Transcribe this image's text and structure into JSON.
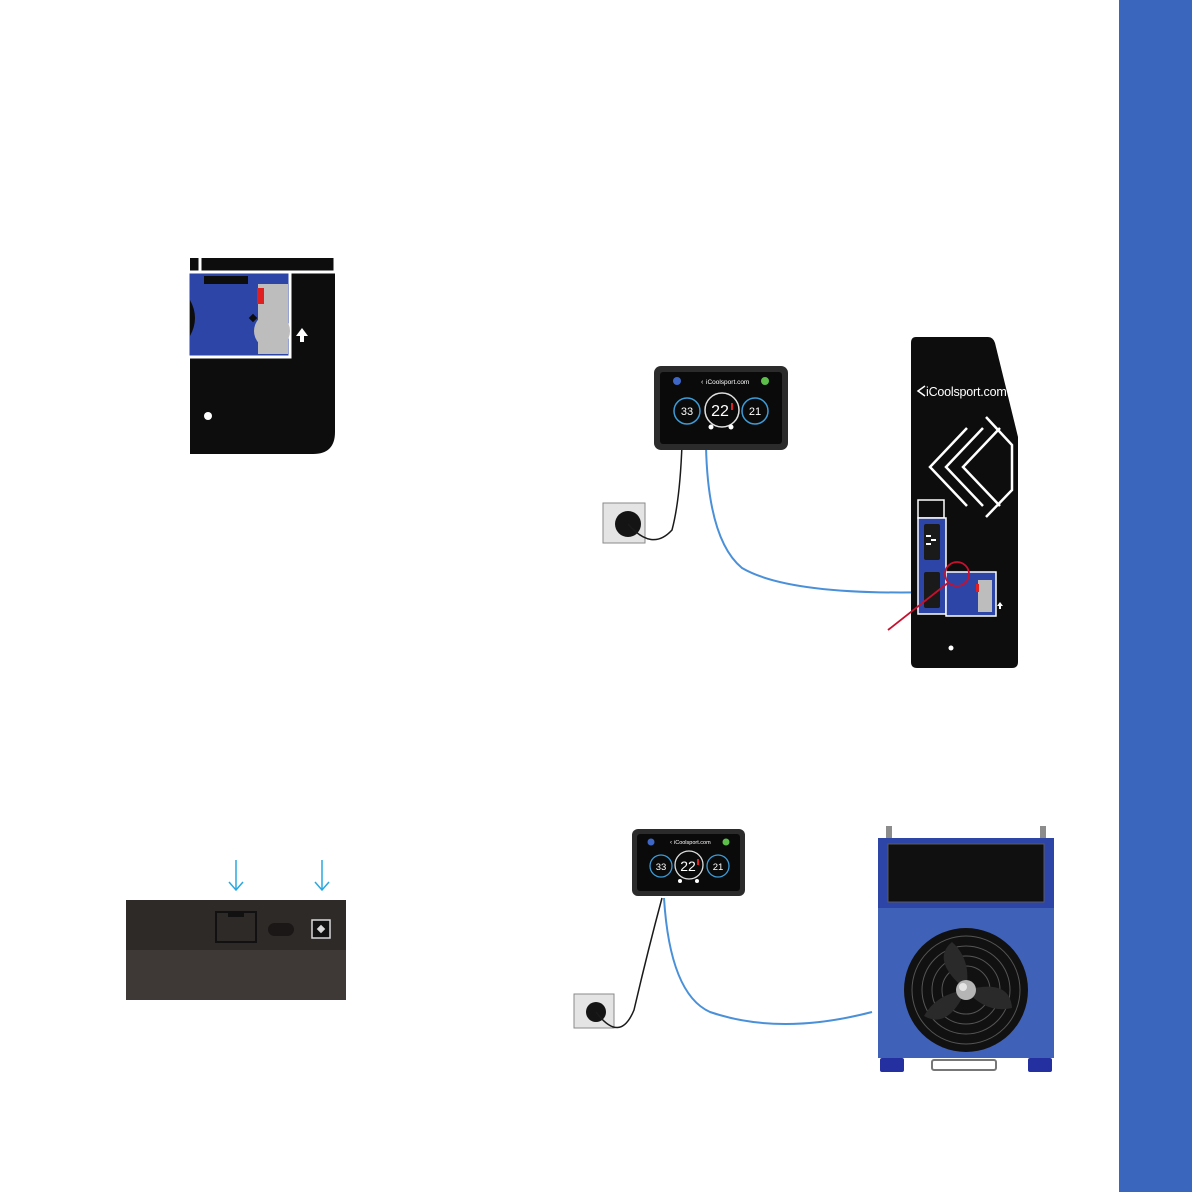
{
  "brand": {
    "name": "iCoolsport.com",
    "logo_mark": "chevron-logo-icon"
  },
  "thermostat_top": {
    "site": "iCoolsport.com",
    "left_temp": "33",
    "set_temp": "22",
    "right_temp": "21"
  },
  "thermostat_bottom": {
    "site": "iCoolsport.com",
    "left_temp": "33",
    "set_temp": "22",
    "right_temp": "21"
  },
  "tower_unit": {
    "brand_text": "iCoolsport.com"
  },
  "icons": {
    "power_socket": "wall-socket-icon",
    "arrow_up": "arrow-up-icon",
    "arrow_down": "arrow-down-icon",
    "fan": "fan-icon",
    "ethernet_port": "ethernet-port-icon",
    "dc_jack": "dc-power-jack-icon"
  },
  "colors": {
    "sidebar": "#3a67bd",
    "panel_blue": "#2e45a8",
    "chiller_blue": "#4061b8",
    "cable_blue": "#4a90d9",
    "arrow_cyan": "#29a8df",
    "highlight_red": "#c8102e",
    "dark": "#0d0d0d",
    "screen_accent": "#3d9bd6"
  }
}
